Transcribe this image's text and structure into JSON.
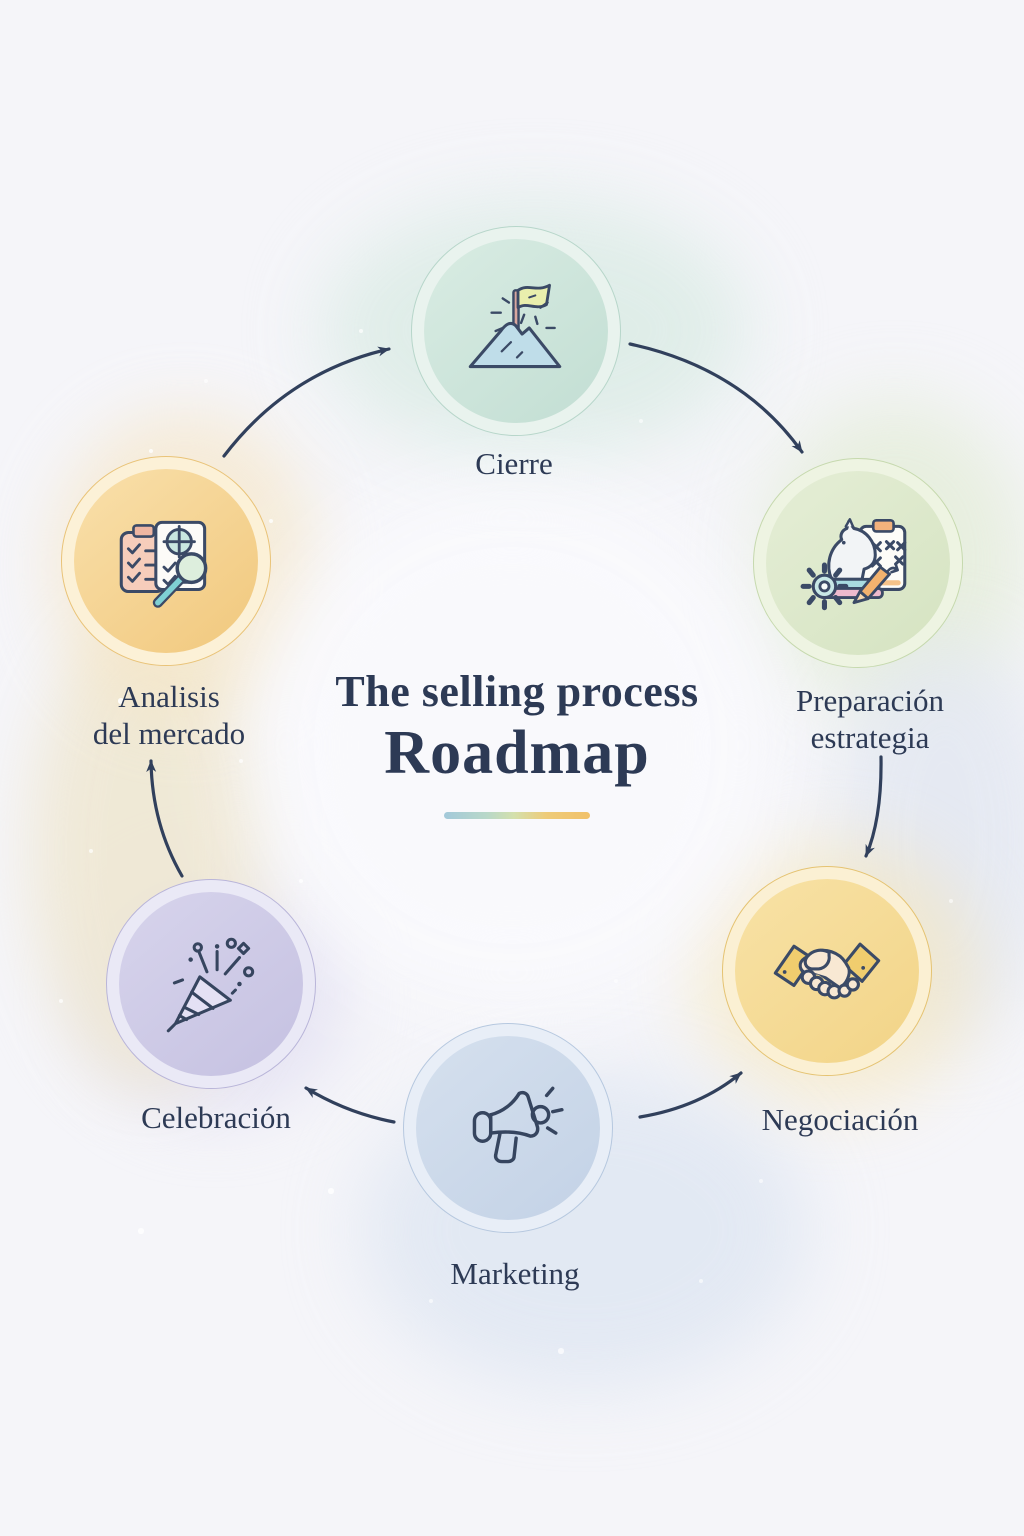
{
  "title": {
    "line1": "The selling process",
    "line2": "Roadmap"
  },
  "palette": {
    "background": "#f5f5f9",
    "text": "#2d3a55",
    "arrow": "#31405c",
    "divider_colors": [
      "#a3c9da",
      "#d4e0ac",
      "#f1c169"
    ]
  },
  "nodes": [
    {
      "id": "cierre",
      "label": "Cierre",
      "label2": "",
      "icon": "flag-on-mountain-icon",
      "disk_color": "#cbe3d8",
      "ring_color": "#e9f3ee",
      "border_color": "#b7d6ca"
    },
    {
      "id": "preparacion-estrategia",
      "label": "Preparación",
      "label2": "estrategia",
      "icon": "chess-strategy-icon",
      "disk_color": "#dce8ca",
      "ring_color": "#eef4e2",
      "border_color": "#c6d9ae"
    },
    {
      "id": "negociacion",
      "label": "Negociación",
      "label2": "",
      "icon": "handshake-icon",
      "disk_color": "#f5dc9a",
      "ring_color": "#fbf0d3",
      "border_color": "#e5c372"
    },
    {
      "id": "marketing",
      "label": "Marketing",
      "label2": "",
      "icon": "megaphone-icon",
      "disk_color": "#ccd9ea",
      "ring_color": "#e8eef7",
      "border_color": "#b6c8df"
    },
    {
      "id": "celebracion",
      "label": "Celebración",
      "label2": "",
      "icon": "party-popper-icon",
      "disk_color": "#cfcce8",
      "ring_color": "#eae9f6",
      "border_color": "#b9b5d9"
    },
    {
      "id": "analisis-del-mercado",
      "label": "Analisis",
      "label2": "del mercado",
      "icon": "market-analysis-icon",
      "disk_color": "#f7d898",
      "ring_color": "#fcf1d7",
      "border_color": "#e9c378"
    }
  ],
  "flow": [
    {
      "from": "Analisis del mercado",
      "to": "Cierre"
    },
    {
      "from": "Cierre",
      "to": "Preparación estrategia"
    },
    {
      "from": "Preparación estrategia",
      "to": "Negociación"
    },
    {
      "from": "Marketing",
      "to": "Negociación"
    },
    {
      "from": "Marketing",
      "to": "Celebración"
    },
    {
      "from": "Celebración",
      "to": "Analisis del mercado"
    }
  ]
}
